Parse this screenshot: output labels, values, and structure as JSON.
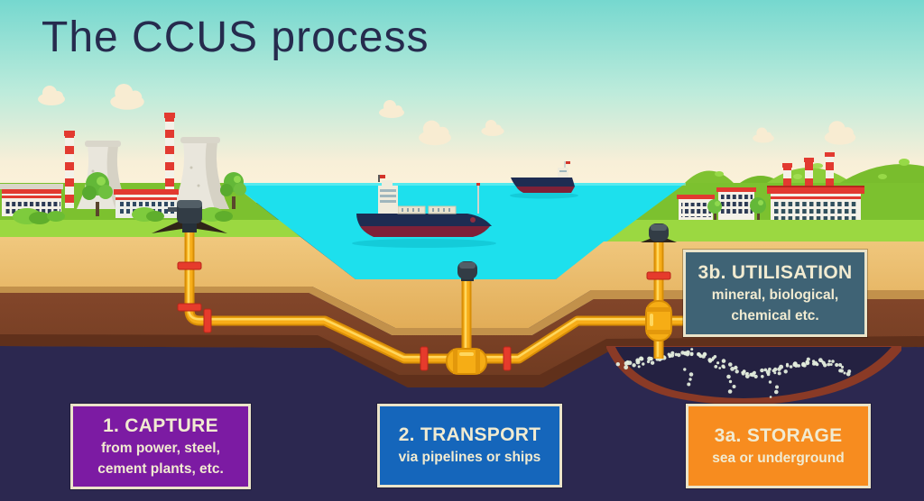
{
  "title": "The CCUS process",
  "steps": [
    {
      "heading": "1. CAPTURE",
      "line1": "from power, steel,",
      "line2": "cement plants, etc.",
      "color": "#7c1ba3"
    },
    {
      "heading": "2. TRANSPORT",
      "line1": "via pipelines or ships",
      "line2": "",
      "color": "#1566bb"
    },
    {
      "heading": "3a. STORAGE",
      "line1": "sea or underground",
      "line2": "",
      "color": "#f78c1f"
    },
    {
      "heading": "3b. UTILISATION",
      "line1": "mineral, biological,",
      "line2": "chemical etc.",
      "color": "#3f6375"
    }
  ],
  "palette": {
    "sky_top": "#76d8cf",
    "sky_bottom": "#fdf3da",
    "sea": "#1de0ed",
    "grass": "#7cc12f",
    "grass_light": "#9bd841",
    "sand": "#edc172",
    "earth_brown": "#7b3f24",
    "deep_navy": "#2c2850",
    "reservoir": "#242141",
    "pipe_yellow": "#f7ad18",
    "valve_red": "#e63b2c",
    "box_border": "#ebe4c9",
    "text_cream": "#f1ebd1",
    "title_navy": "#262b4e"
  }
}
